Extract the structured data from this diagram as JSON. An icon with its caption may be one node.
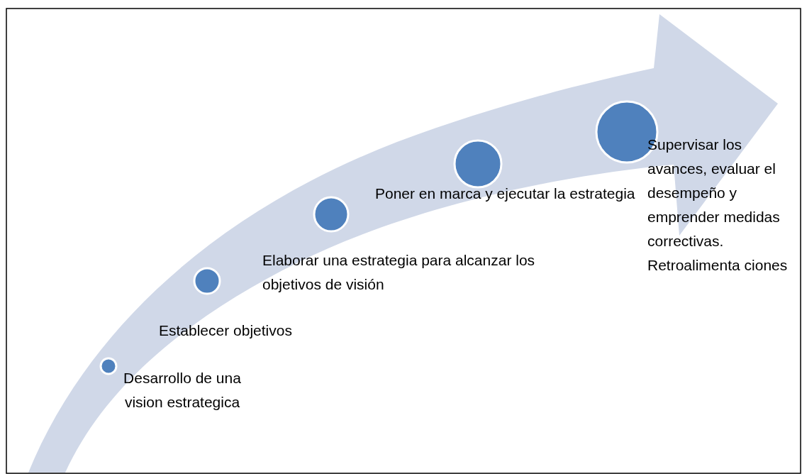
{
  "diagram": {
    "nodes": [
      {
        "text": [],
        "shape": "circle",
        "beside": [
          "Desarrollo de una vision estrategica"
        ]
      },
      {
        "text": [],
        "shape": "circle",
        "beside": [
          "Establecer objetivos"
        ]
      },
      {
        "text": [],
        "shape": "circle",
        "beside": [
          "Elaborar una estrategia para alcanzar los objetivos de visión"
        ]
      },
      {
        "text": [],
        "shape": "circle",
        "beside": [
          "Poner en marca y ejecutar la estrategia"
        ]
      },
      {
        "text": [],
        "shape": "circle",
        "beside": [
          "Supervisar los avances, evaluar el desempeño y emprender medidas correctivas. Retroalimenta ciones"
        ]
      }
    ]
  }
}
